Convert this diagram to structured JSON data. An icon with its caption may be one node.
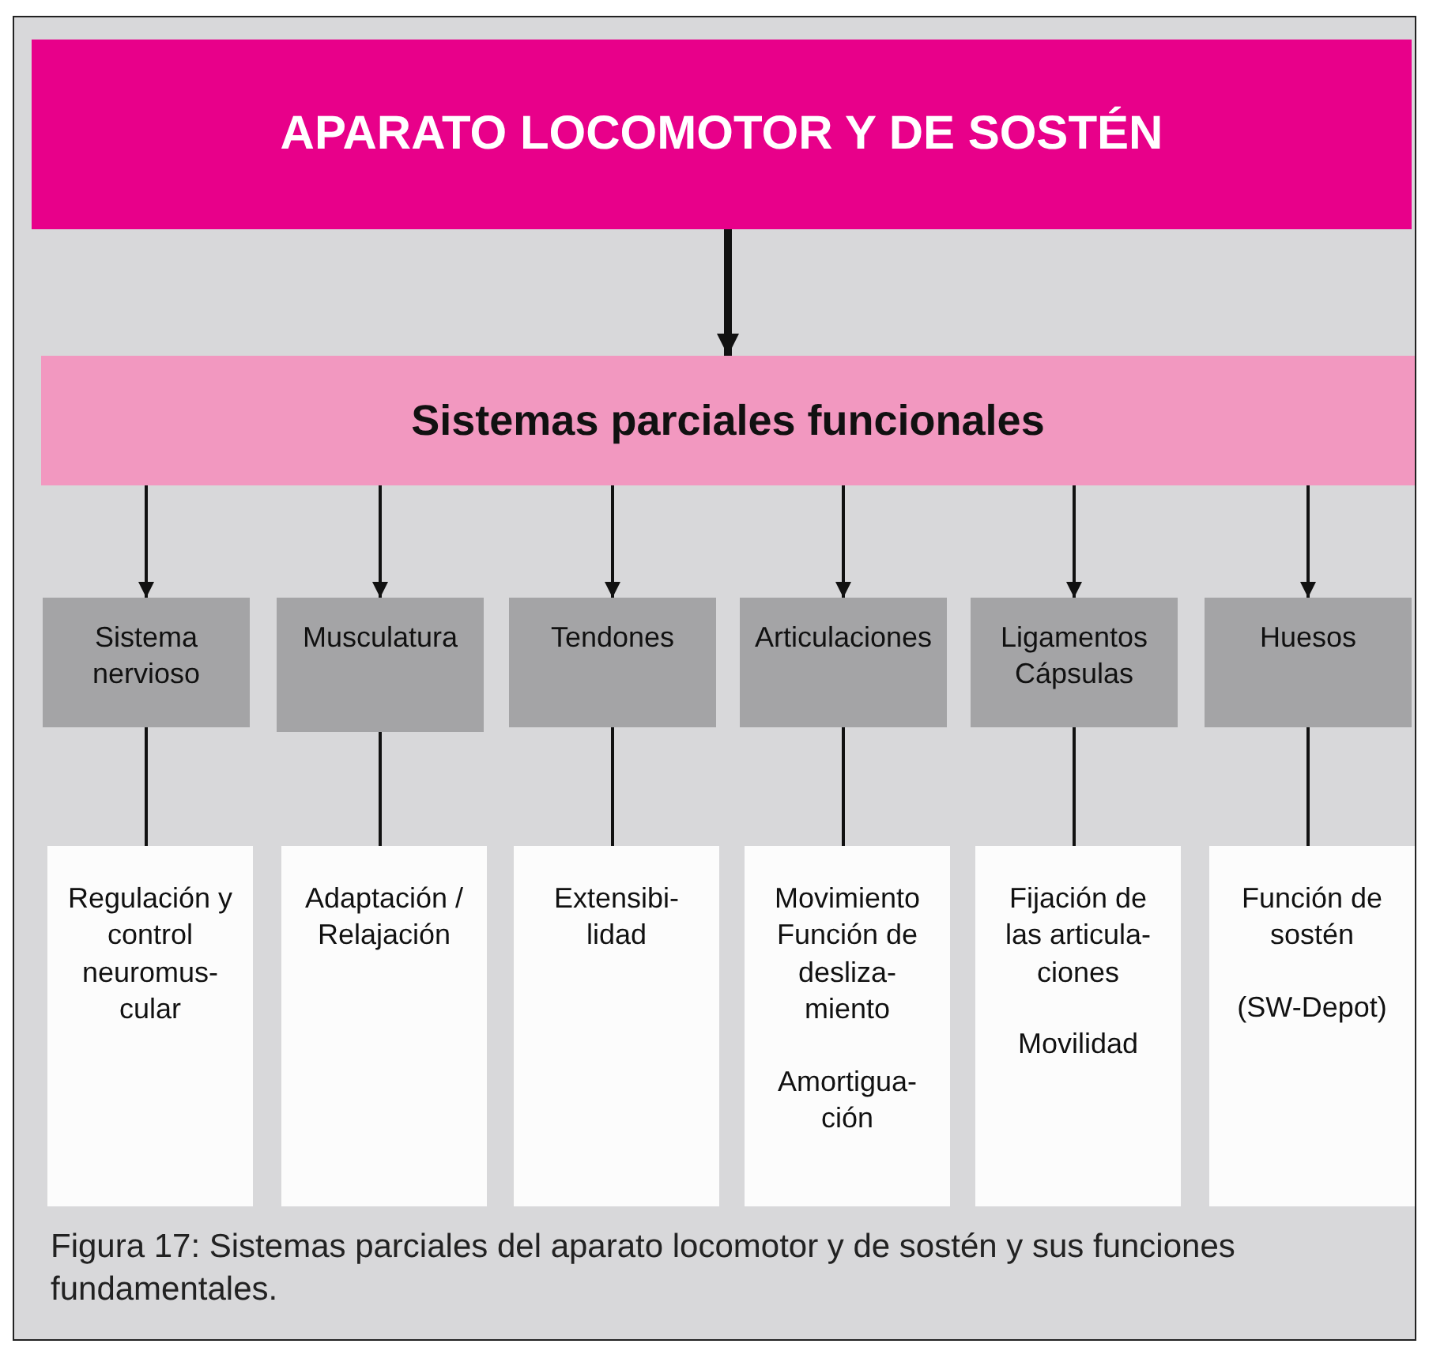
{
  "diagram": {
    "caption": "Figura 17: Sistemas parciales del aparato locomotor y de sostén y sus funciones fundamentales.",
    "nodes": [
      {
        "text": [
          "APARATO LOCOMOTOR Y DE SOSTÉN"
        ]
      },
      {
        "text": [
          "Sistemas parciales funcionales"
        ]
      },
      {
        "text": [
          "Sistema nervioso"
        ]
      },
      {
        "text": [
          "Musculatura"
        ]
      },
      {
        "text": [
          "Tendones"
        ]
      },
      {
        "text": [
          "Articulaciones"
        ]
      },
      {
        "text": [
          "Ligamentos Cápsulas"
        ]
      },
      {
        "text": [
          "Huesos"
        ]
      },
      {
        "text": [
          "Regulación y control neuromus- cular"
        ]
      },
      {
        "text": [
          "Adaptación / Relajación"
        ]
      },
      {
        "text": [
          "Extensibi- lidad"
        ]
      },
      {
        "text": [
          "Movimiento Función de desliza- miento",
          "Amortigua- ción"
        ]
      },
      {
        "text": [
          "Fijación de las articula- ciones",
          "Movilidad"
        ]
      },
      {
        "text": [
          "Función de sostén",
          "(SW-Depot)"
        ]
      }
    ],
    "edges": [
      {
        "from": 0,
        "to": 1,
        "arrow": "to",
        "style": "thick"
      },
      {
        "from": 1,
        "to": 2,
        "arrow": "to"
      },
      {
        "from": 1,
        "to": 3,
        "arrow": "to"
      },
      {
        "from": 1,
        "to": 4,
        "arrow": "to"
      },
      {
        "from": 1,
        "to": 5,
        "arrow": "to"
      },
      {
        "from": 1,
        "to": 6,
        "arrow": "to"
      },
      {
        "from": 1,
        "to": 7,
        "arrow": "to"
      },
      {
        "from": 2,
        "to": 8,
        "arrow": "none"
      },
      {
        "from": 3,
        "to": 9,
        "arrow": "none"
      },
      {
        "from": 4,
        "to": 10,
        "arrow": "none"
      },
      {
        "from": 5,
        "to": 11,
        "arrow": "none"
      },
      {
        "from": 6,
        "to": 12,
        "arrow": "none"
      },
      {
        "from": 7,
        "to": 13,
        "arrow": "none"
      }
    ]
  }
}
